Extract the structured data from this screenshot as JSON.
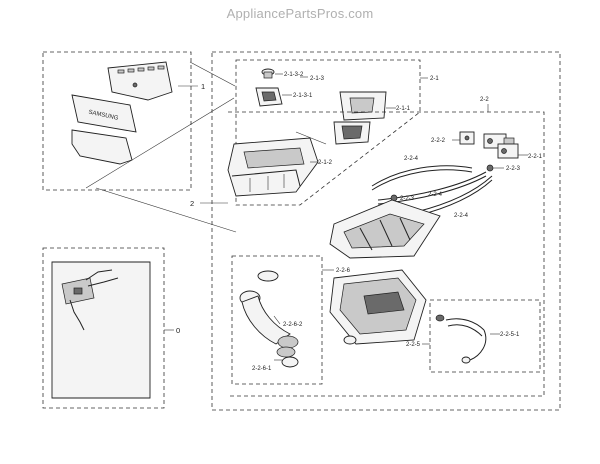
{
  "watermark": "AppliancePartsPros.com",
  "brand_on_part": "SAMSUNG",
  "callouts": {
    "c0": "0",
    "c1": "1",
    "c2": "2",
    "c2_1": "2-1",
    "c2_1_1": "2-1-1",
    "c2_1_2": "2-1-2",
    "c2_1_3": "2-1-3",
    "c2_1_3_1": "2-1-3-1",
    "c2_1_3_2": "2-1-3-2",
    "c2_2": "2-2",
    "c2_2_1": "2-2-1",
    "c2_2_2": "2-2-2",
    "c2_2_3a": "2-2-3",
    "c2_2_3b": "2-2-3",
    "c2_2_4a": "2-2-4",
    "c2_2_4b": "2-2-4",
    "c2_2_4c": "2-2-4",
    "c2_2_5": "2-2-5",
    "c2_2_5_1": "2-2-5-1",
    "c2_2_6": "2-2-6",
    "c2_2_6_1": "2-2-6-1",
    "c2_2_6_2": "2-2-6-2"
  },
  "colors": {
    "line": "#333333",
    "watermark": "#b0b0b0",
    "fill_light": "#f4f4f4",
    "fill_dark": "#6a6a6a"
  }
}
